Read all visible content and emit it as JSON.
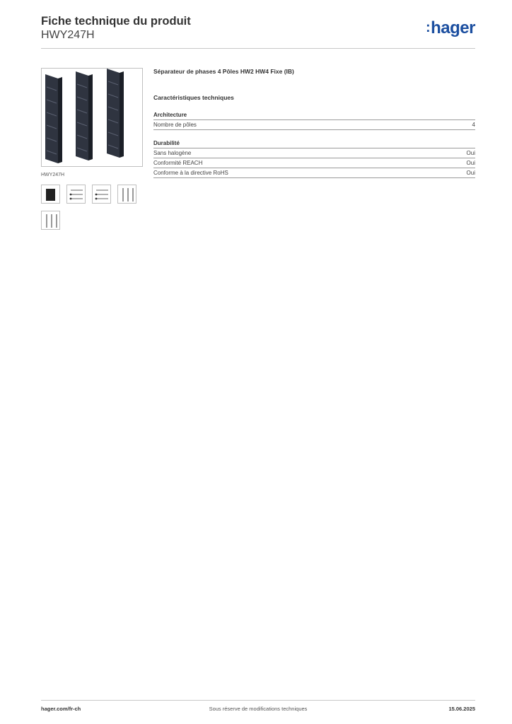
{
  "header": {
    "title": "Fiche technique du produit",
    "subtitle": "HWY247H",
    "logo_text": "hager",
    "logo_color": "#1c4fa0"
  },
  "left": {
    "image_caption": "HWY247H",
    "thumbnails": [
      "product-photo-thumb",
      "dimension-drawing-thumb",
      "dimension-drawing-thumb",
      "line-drawing-thumb",
      "line-drawing-thumb"
    ]
  },
  "main": {
    "product_name": "Séparateur de phases 4 Pôles HW2 HW4 Fixe (IB)",
    "section_title": "Caractéristiques techniques",
    "groups": [
      {
        "title": "Architecture",
        "rows": [
          {
            "label": "Nombre de pôles",
            "value": "4"
          }
        ]
      },
      {
        "title": "Durabilité",
        "rows": [
          {
            "label": "Sans halogène",
            "value": "Oui"
          },
          {
            "label": "Conformité REACH",
            "value": "Oui"
          },
          {
            "label": "Conforme à la directive RoHS",
            "value": "Oui"
          }
        ]
      }
    ]
  },
  "footer": {
    "website": "hager.com/fr-ch",
    "notice": "Sous réserve de modifications techniques",
    "date": "15.06.2025"
  }
}
